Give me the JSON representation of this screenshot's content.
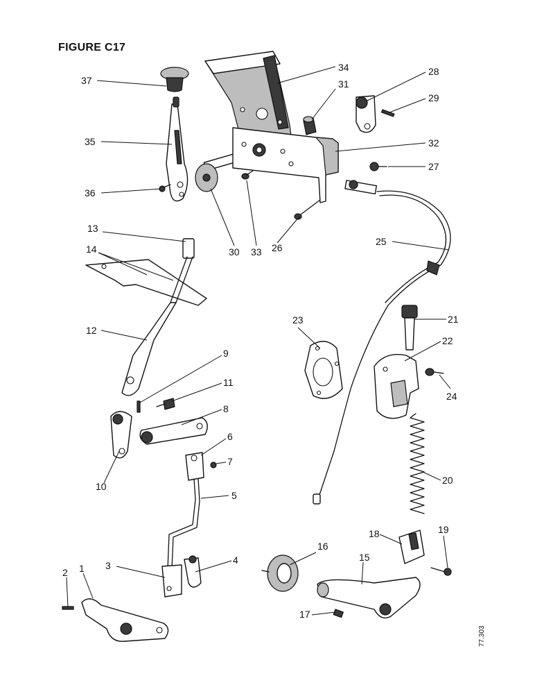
{
  "figure_title": "FIGURE C17",
  "reference_code": "77.303",
  "callouts": [
    "1",
    "2",
    "3",
    "4",
    "5",
    "6",
    "7",
    "8",
    "9",
    "10",
    "11",
    "12",
    "13",
    "14",
    "15",
    "16",
    "17",
    "18",
    "19",
    "20",
    "21",
    "22",
    "23",
    "24",
    "25",
    "26",
    "27",
    "28",
    "29",
    "30",
    "31",
    "32",
    "33",
    "34",
    "35",
    "36",
    "37"
  ]
}
